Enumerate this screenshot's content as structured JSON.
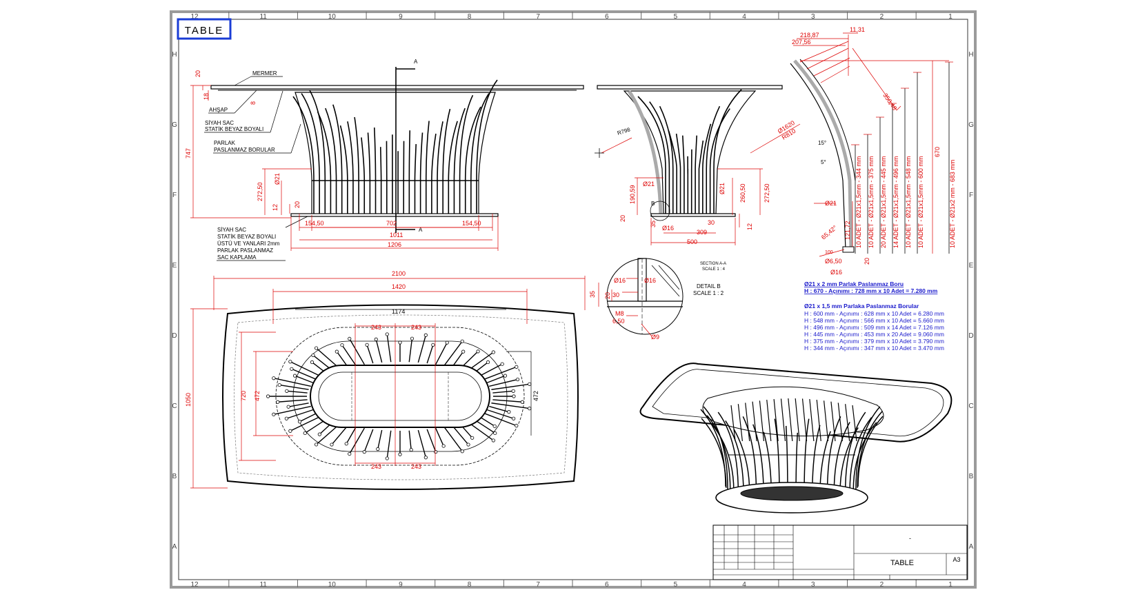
{
  "sheet": {
    "title_tag": "TABLE",
    "col_labels": [
      "12",
      "11",
      "10",
      "9",
      "8",
      "7",
      "6",
      "5",
      "4",
      "3",
      "2",
      "1"
    ],
    "row_labels": [
      "H",
      "G",
      "F",
      "E",
      "D",
      "C",
      "B",
      "A"
    ]
  },
  "front_view": {
    "section_mark": "A",
    "labels": [
      "MERMER",
      "AHŞAP",
      "SİYAH SAC",
      "STATİK BEYAZ BOYALI",
      "PARLAK",
      "PASLANMAZ BORULAR"
    ],
    "base_notes": [
      "SİYAH SAC",
      "STATİK BEYAZ BOYALI",
      "ÜSTÜ VE YANLARI 2mm",
      "PARLAK PASLANMAZ",
      "SAC KAPLAMA"
    ],
    "dims": {
      "top_thk": "20",
      "ahsap": "18",
      "ahsap2": "8",
      "total_h": "747",
      "pipe_h": "272,50",
      "pipe_d": "Ø21",
      "base_thk": "12",
      "base_thk2": "20",
      "w1": "154,50",
      "w2": "702",
      "w3": "154,50",
      "w4": "1011",
      "w5": "1206"
    }
  },
  "side_view": {
    "dims": {
      "radius": "R798",
      "h1": "190,59",
      "d1": "Ø21",
      "d2": "Ø21",
      "h2": "260,50",
      "h3": "272,50",
      "base": "20",
      "d3": "Ø16",
      "w1": "309",
      "w2": "500",
      "w3": "30",
      "thk": "12",
      "h4": "35",
      "ring": "Ø1620",
      "r810": "R810"
    },
    "detail_label": "B"
  },
  "section_detail": {
    "section_text": "SECTION A-A",
    "section_scale": "SCALE 1 : 4",
    "detail_title": "DETAIL B",
    "detail_scale": "SCALE 1 : 2",
    "dims": [
      "Ø16",
      "Ø16",
      "35",
      "20",
      "30",
      "M8",
      "6,50",
      "Ø9"
    ]
  },
  "top_view": {
    "dims": {
      "total_w": "2100",
      "inner_w": "1420",
      "mid_w": "1174",
      "p1": "243",
      "p2": "243",
      "p3": "243",
      "p4": "243",
      "total_h": "1050",
      "h1": "720",
      "h2": "472",
      "h3": "472"
    }
  },
  "profile_view": {
    "dims_top": [
      "218,87",
      "207,56",
      "11,31",
      "350,48"
    ],
    "dims_bottom": [
      "Ø21",
      "121,72",
      "65,42°",
      "100",
      "Ø6,50",
      "Ø16",
      "20",
      "15°",
      "5°"
    ],
    "columns": [
      "10 ADET - Ø21x1,5mm - 344 mm",
      "10 ADET - Ø21x1,5mm - 375 mm",
      "20 ADET - Ø21x1,5mm - 445 mm",
      "14 ADET - Ø21x1,5mm - 496 mm",
      "10 ADET - Ø21x1,5mm - 548 mm",
      "10 ADET - Ø21x1,5mm - 600 mm",
      "670",
      "10 ADET - Ø21x2 mm - 683 mm"
    ]
  },
  "notes": {
    "block1_title": "Ø21 x 2 mm Parlak Paslanmaz Boru",
    "block1_line": "H : 670  - Açınımı : 728 mm x 10 Adet = 7.280 mm",
    "block2_title": "Ø21 x 1,5 mm Parlaka Paslanmaz Borular",
    "block2_lines": [
      "H : 600 mm - Açınımı : 628 mm x 10 Adet =  6.280 mm",
      "H : 548 mm - Açınımı : 566 mm x 10 Adet = 5.660 mm",
      "H : 496 mm - Açınımı : 509 mm x 14 Adet = 7.126 mm",
      "H : 445 mm - Açınımı : 453 mm x 20 Adet = 9.060 mm",
      "H : 375 mm - Açınımı : 379 mm x 10 Adet = 3.790 mm",
      "H : 344 mm - Açınımı : 347 mm x 10 Adet = 3.470 mm"
    ]
  },
  "title_block": {
    "drawing_title": "TABLE",
    "sheet_size": "A3",
    "dash": "-"
  },
  "colors": {
    "dim_red": "#d00000",
    "note_blue": "#1a1acc",
    "tag_blue": "#1a3cd6",
    "line": "#000000",
    "frame": "#9a9a9a"
  }
}
